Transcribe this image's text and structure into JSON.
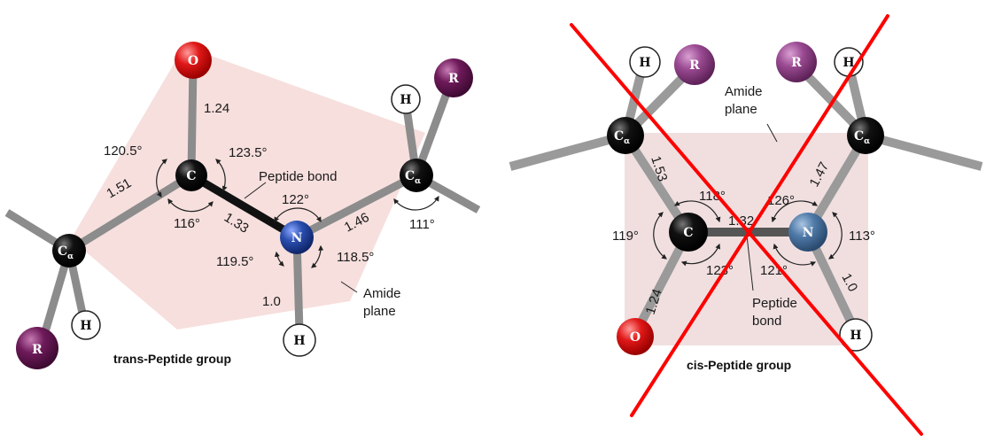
{
  "trans": {
    "caption": "trans-Peptide group",
    "atoms": {
      "O": "O",
      "C": "C",
      "N": "N",
      "Calpha": "C",
      "alpha": "α",
      "H": "H",
      "R": "R"
    },
    "bond_lengths": {
      "CO": "1.24",
      "CaC": "1.51",
      "CN": "1.33",
      "NCa": "1.46",
      "NH": "1.0"
    },
    "angles": {
      "a1": "120.5°",
      "a2": "123.5°",
      "a3": "116°",
      "a4": "122°",
      "a5": "111°",
      "a6": "119.5°",
      "a7": "118.5°"
    },
    "labels": {
      "peptide_bond": "Peptide bond",
      "amide": "Amide",
      "plane": "plane"
    }
  },
  "cis": {
    "caption": "cis-Peptide group",
    "atoms": {
      "O": "O",
      "C": "C",
      "N": "N",
      "Calpha": "C",
      "alpha": "α",
      "H": "H",
      "R": "R"
    },
    "bond_lengths": {
      "CaC": "1.53",
      "NCa": "1.47",
      "CN": "1.32",
      "CO": "1.24",
      "NH": "1.0"
    },
    "angles": {
      "a1": "118°",
      "a2": "126°",
      "a3": "119°",
      "a4": "113°",
      "a5": "123°",
      "a6": "121°"
    },
    "labels": {
      "amide": "Amide",
      "plane": "plane",
      "peptide": "Peptide",
      "bond": "bond"
    }
  },
  "colors": {
    "plane": "#f5dcd9",
    "bond": "#8c8c8c",
    "carbon": "#111111",
    "oxygen": "#e01818",
    "nitrogen": "#2a4fb0",
    "nitrogen_cis": "#4f7aa8",
    "hydrogen": "#ffffff",
    "r_group": "#6e1a5a",
    "cross": "#ff0000"
  }
}
